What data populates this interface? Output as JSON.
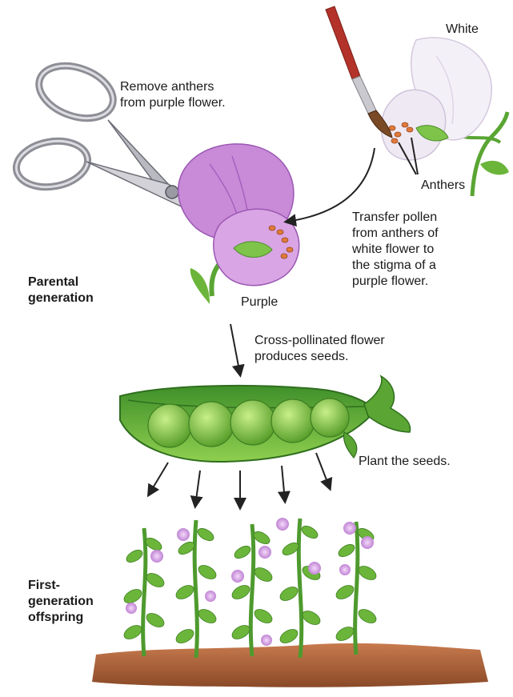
{
  "title": "",
  "labels": {
    "white": "White",
    "remove_anthers": "Remove anthers\nfrom purple flower.",
    "anthers": "Anthers",
    "transfer_pollen": "Transfer pollen\nfrom anthers of\nwhite flower to\nthe stigma of a\npurple flower.",
    "parental_generation": "Parental\ngeneration",
    "purple": "Purple",
    "cross_pollinated": "Cross-pollinated flower\nproduces seeds.",
    "plant_seeds": "Plant the seeds.",
    "first_generation": "First-\ngeneration\noffspring"
  },
  "illustration": {
    "scissors": "scissors-illustration",
    "paintbrush": "paintbrush-illustration",
    "purple_flower": "purple-flower-illustration",
    "white_flower": "white-flower-illustration",
    "pea_pod": "pea-pod-illustration",
    "offspring_plants": "pea-plants-illustration",
    "pea_count": 5,
    "offspring_plant_count": 5
  },
  "colors": {
    "purple_petal": "#c98ad8",
    "purple_dark": "#a35cbc",
    "white_petal": "#f4f0f7",
    "leaf_green": "#5aa533",
    "pod_green": "#6fb83c",
    "soil": "#b5653c",
    "brush_red": "#b3322a",
    "anther_orange": "#e07a3a",
    "arrow": "#222222"
  }
}
